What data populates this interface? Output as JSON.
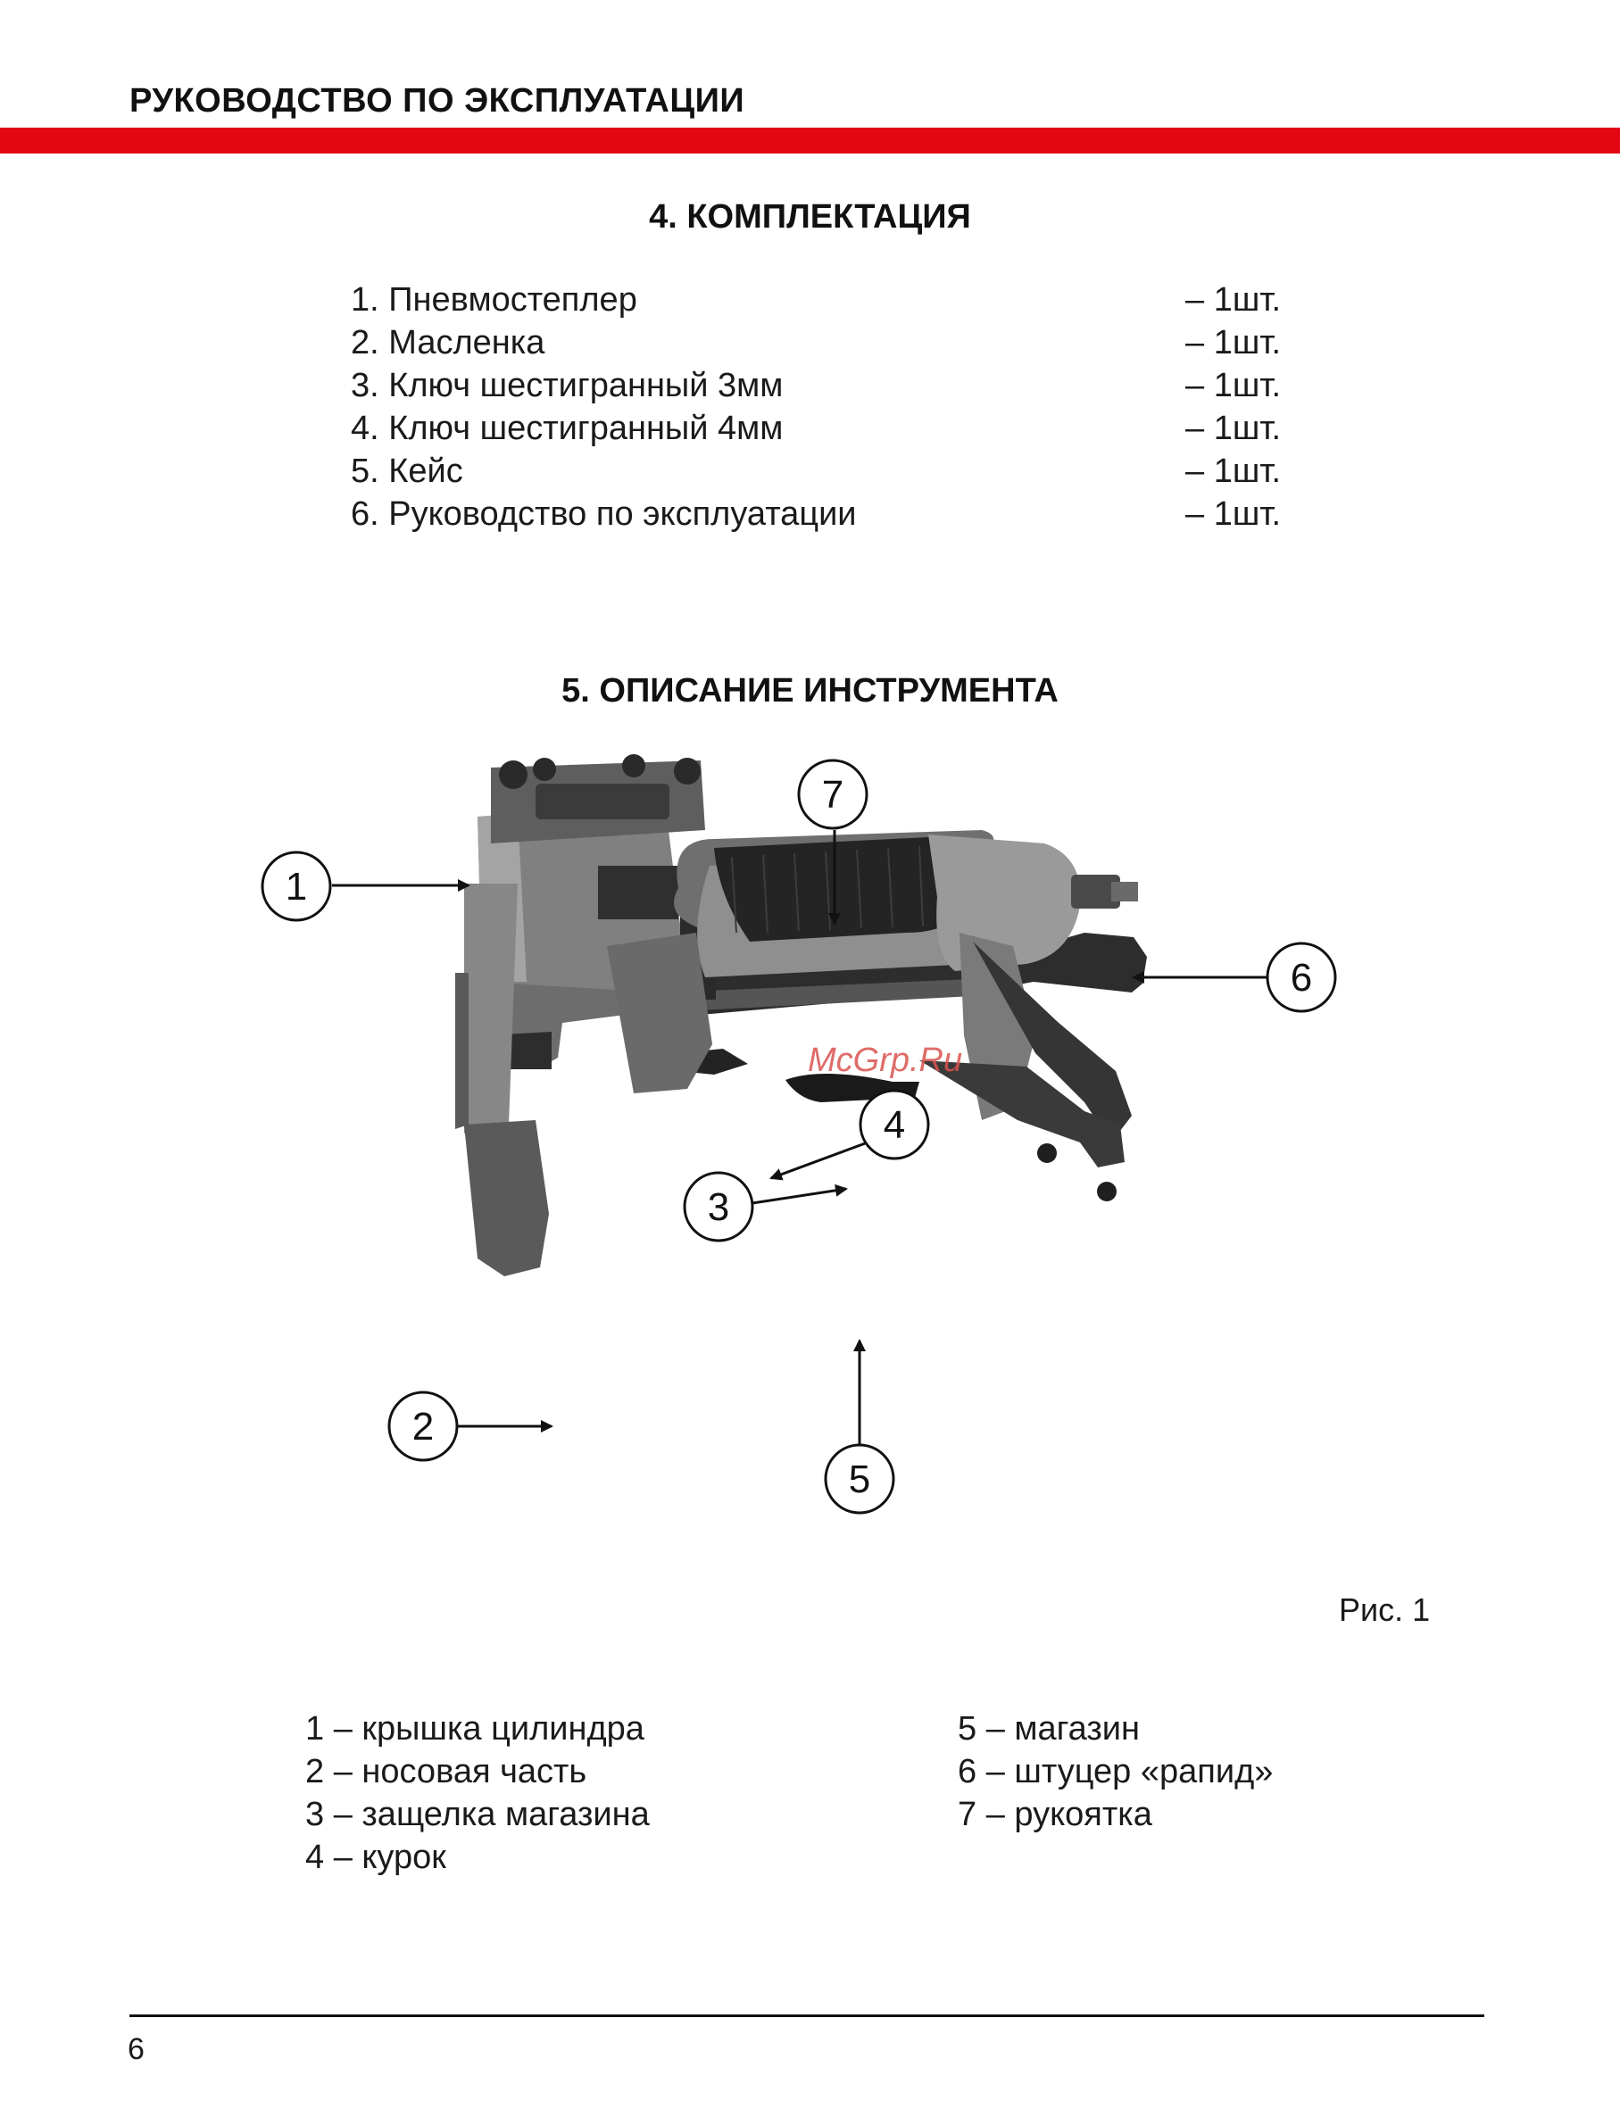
{
  "header": {
    "title": "РУКОВОДСТВО ПО ЭКСПЛУАТАЦИИ"
  },
  "section4": {
    "title": "4. КОМПЛЕКТАЦИЯ",
    "items": [
      {
        "name": "1. Пневмостеплер",
        "qty": "– 1шт."
      },
      {
        "name": "2. Масленка",
        "qty": "– 1шт."
      },
      {
        "name": "3. Ключ шестигранный 3мм",
        "qty": "– 1шт."
      },
      {
        "name": "4. Ключ шестигранный 4мм",
        "qty": "– 1шт."
      },
      {
        "name": "5. Кейс",
        "qty": "– 1шт."
      },
      {
        "name": "6. Руководство по эксплуатации",
        "qty": "– 1шт."
      }
    ]
  },
  "section5": {
    "title": "5. ОПИСАНИЕ ИНСТРУМЕНТА",
    "callouts": [
      "1",
      "2",
      "3",
      "4",
      "5",
      "6",
      "7"
    ],
    "watermark": "McGrp.Ru",
    "figure_caption": "Рис. 1",
    "legend_left": [
      "1 – крышка цилиндра",
      "2 – носовая часть",
      "3 – защелка магазина",
      "4 – курок"
    ],
    "legend_right": [
      "5 – магазин",
      "6 – штуцер «рапид»",
      "7 – рукоятка"
    ]
  },
  "footer": {
    "page_number": "6"
  },
  "colors": {
    "accent": "#e30613",
    "text": "#1a1a1a",
    "watermark": "#d9534f"
  }
}
